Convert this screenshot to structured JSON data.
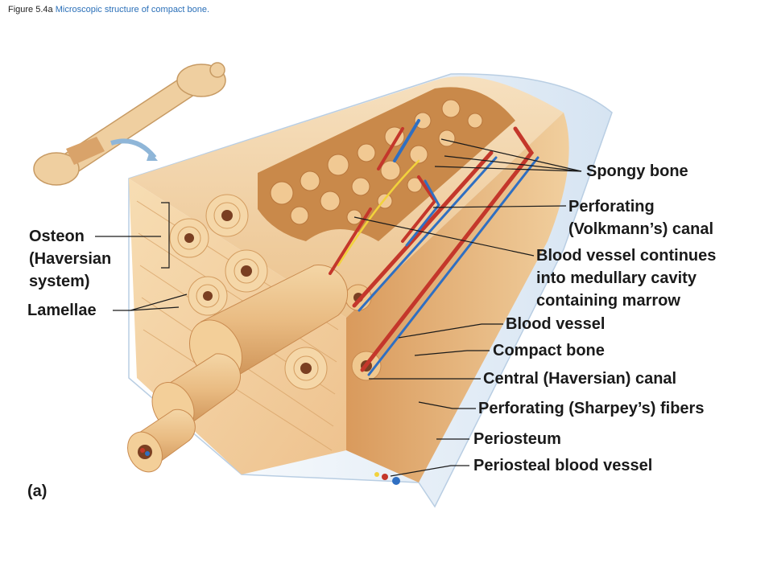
{
  "caption": {
    "figure": "Figure 5.4a",
    "description": "Microscopic structure of compact bone."
  },
  "labels": {
    "spongy_bone": "Spongy bone",
    "perforating_canal_line1": "Perforating",
    "perforating_canal_line2": "(Volkmann’s) canal",
    "blood_vessel_continues_line1": "Blood vessel continues",
    "blood_vessel_continues_line2": "into medullary cavity",
    "blood_vessel_continues_line3": "containing marrow",
    "blood_vessel": "Blood vessel",
    "compact_bone": "Compact bone",
    "central_canal": "Central (Haversian) canal",
    "sharpey_fibers": "Perforating (Sharpey’s) fibers",
    "periosteum": "Periosteum",
    "periosteal_blood_vessel": "Periosteal blood vessel",
    "osteon_line1": "Osteon",
    "osteon_line2": "(Haversian",
    "osteon_line3": "system)",
    "lamellae": "Lamellae"
  },
  "panel_label": "(a)",
  "colors": {
    "bone_light": "#f3d3a4",
    "bone_mid": "#e8b57c",
    "bone_dark": "#c98a4f",
    "artery": "#c4372b",
    "vein": "#2f6fc2",
    "nerve": "#f2d23c",
    "periosteum": "#dfe9f3"
  }
}
